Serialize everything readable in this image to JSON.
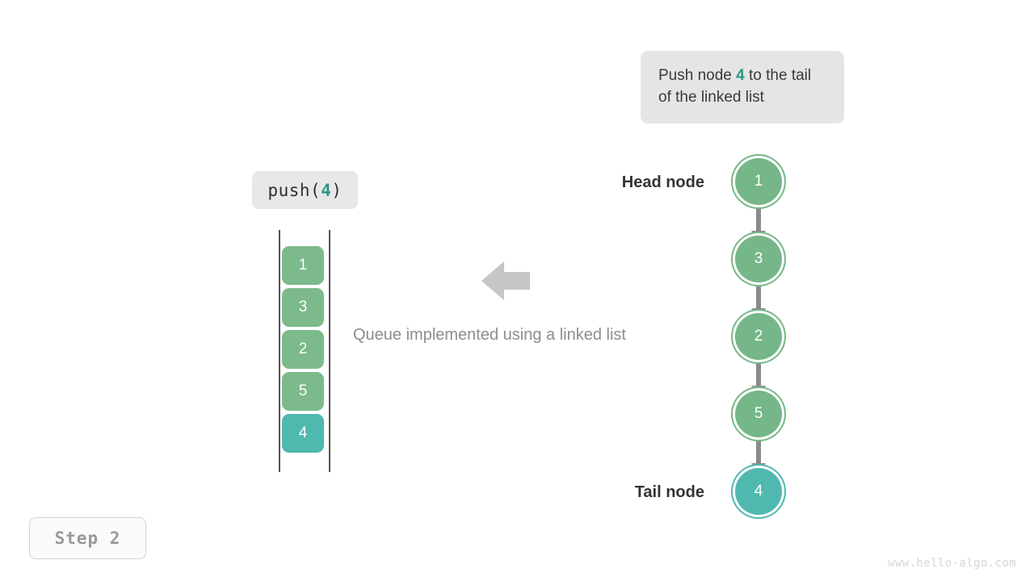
{
  "callout": {
    "text_before": "Push node ",
    "highlight": "4",
    "text_after": " to the tail of the linked list"
  },
  "operation_label": {
    "prefix": "push(",
    "argument": "4",
    "suffix": ")"
  },
  "queue": {
    "items": [
      {
        "value": "1",
        "color": "#7cba8c"
      },
      {
        "value": "3",
        "color": "#7cba8c"
      },
      {
        "value": "2",
        "color": "#7cba8c"
      },
      {
        "value": "5",
        "color": "#7cba8c"
      },
      {
        "value": "4",
        "color": "#4fb8af"
      }
    ]
  },
  "caption": "Queue implemented using a linked list",
  "linked_list": {
    "head_label": "Head node",
    "tail_label": "Tail node",
    "nodes": [
      {
        "value": "1",
        "color": "#75b788"
      },
      {
        "value": "3",
        "color": "#75b788"
      },
      {
        "value": "2",
        "color": "#75b788"
      },
      {
        "value": "5",
        "color": "#75b788"
      },
      {
        "value": "4",
        "color": "#4fb8af"
      }
    ]
  },
  "step_badge": "Step 2",
  "watermark": "www.hello-algo.com",
  "colors": {
    "green": "#75b788",
    "teal": "#4fb8af",
    "teal_text": "#2e9688",
    "arrow_gray": "#8a8a8a",
    "mid_arrow_gray": "#c6c6c6",
    "panel_gray": "#e5e5e5"
  }
}
